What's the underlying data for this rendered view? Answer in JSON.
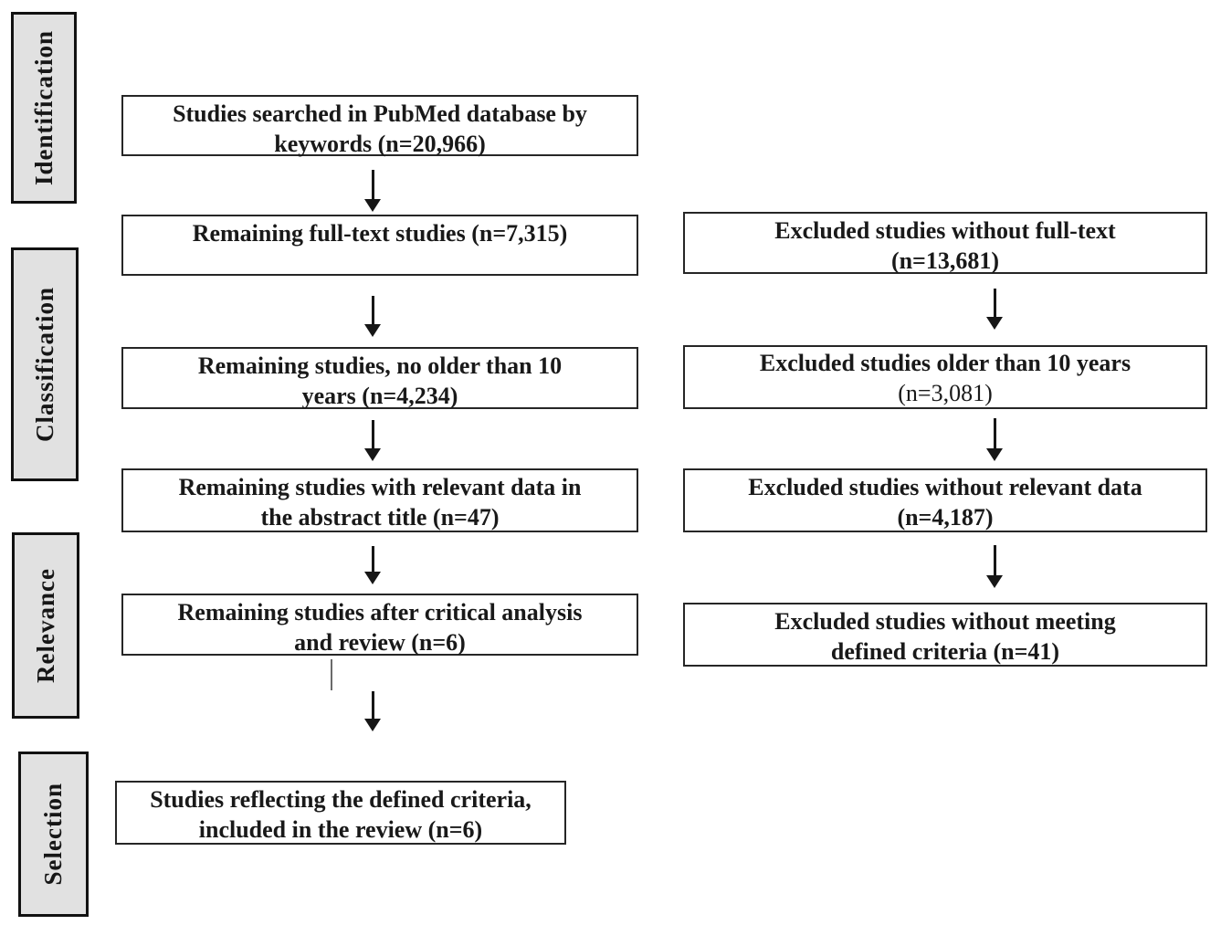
{
  "diagram": {
    "title": "PRISMA-style study selection flow diagram",
    "colors": {
      "stage_fill": "#e1e1e1",
      "box_border": "#262626",
      "text": "#191919",
      "arrow": "#161616"
    },
    "stages": [
      {
        "label": "Identification"
      },
      {
        "label": "Classification"
      },
      {
        "label": "Relevance"
      },
      {
        "label": "Selection"
      }
    ],
    "main_flow": [
      {
        "text": "Studies searched in PubMed database by\nkeywords (n=20,966)",
        "n": 20966
      },
      {
        "text": "Remaining full-text studies (n=7,315)",
        "n": 7315
      },
      {
        "text": "Remaining studies, no older than 10\nyears (n=4,234)",
        "n": 4234
      },
      {
        "text": "Remaining studies with relevant data in\nthe abstract title (n=47)",
        "n": 47
      },
      {
        "text": "Remaining studies after critical analysis\nand review (n=6)",
        "n": 6
      },
      {
        "text": "Studies reflecting the defined criteria,\nincluded in the review (n=6)",
        "n": 6
      }
    ],
    "excluded_flow": [
      {
        "text": "Excluded studies without full-text\n(n=13,681)",
        "n": 13681
      },
      {
        "line1": "Excluded studies older than 10 years",
        "line2": "(n=3,081)",
        "n": 3081
      },
      {
        "text": "Excluded studies without relevant data\n(n=4,187)",
        "n": 4187
      },
      {
        "text": "Excluded studies without meeting\ndefined criteria (n=41)",
        "n": 41
      }
    ]
  }
}
